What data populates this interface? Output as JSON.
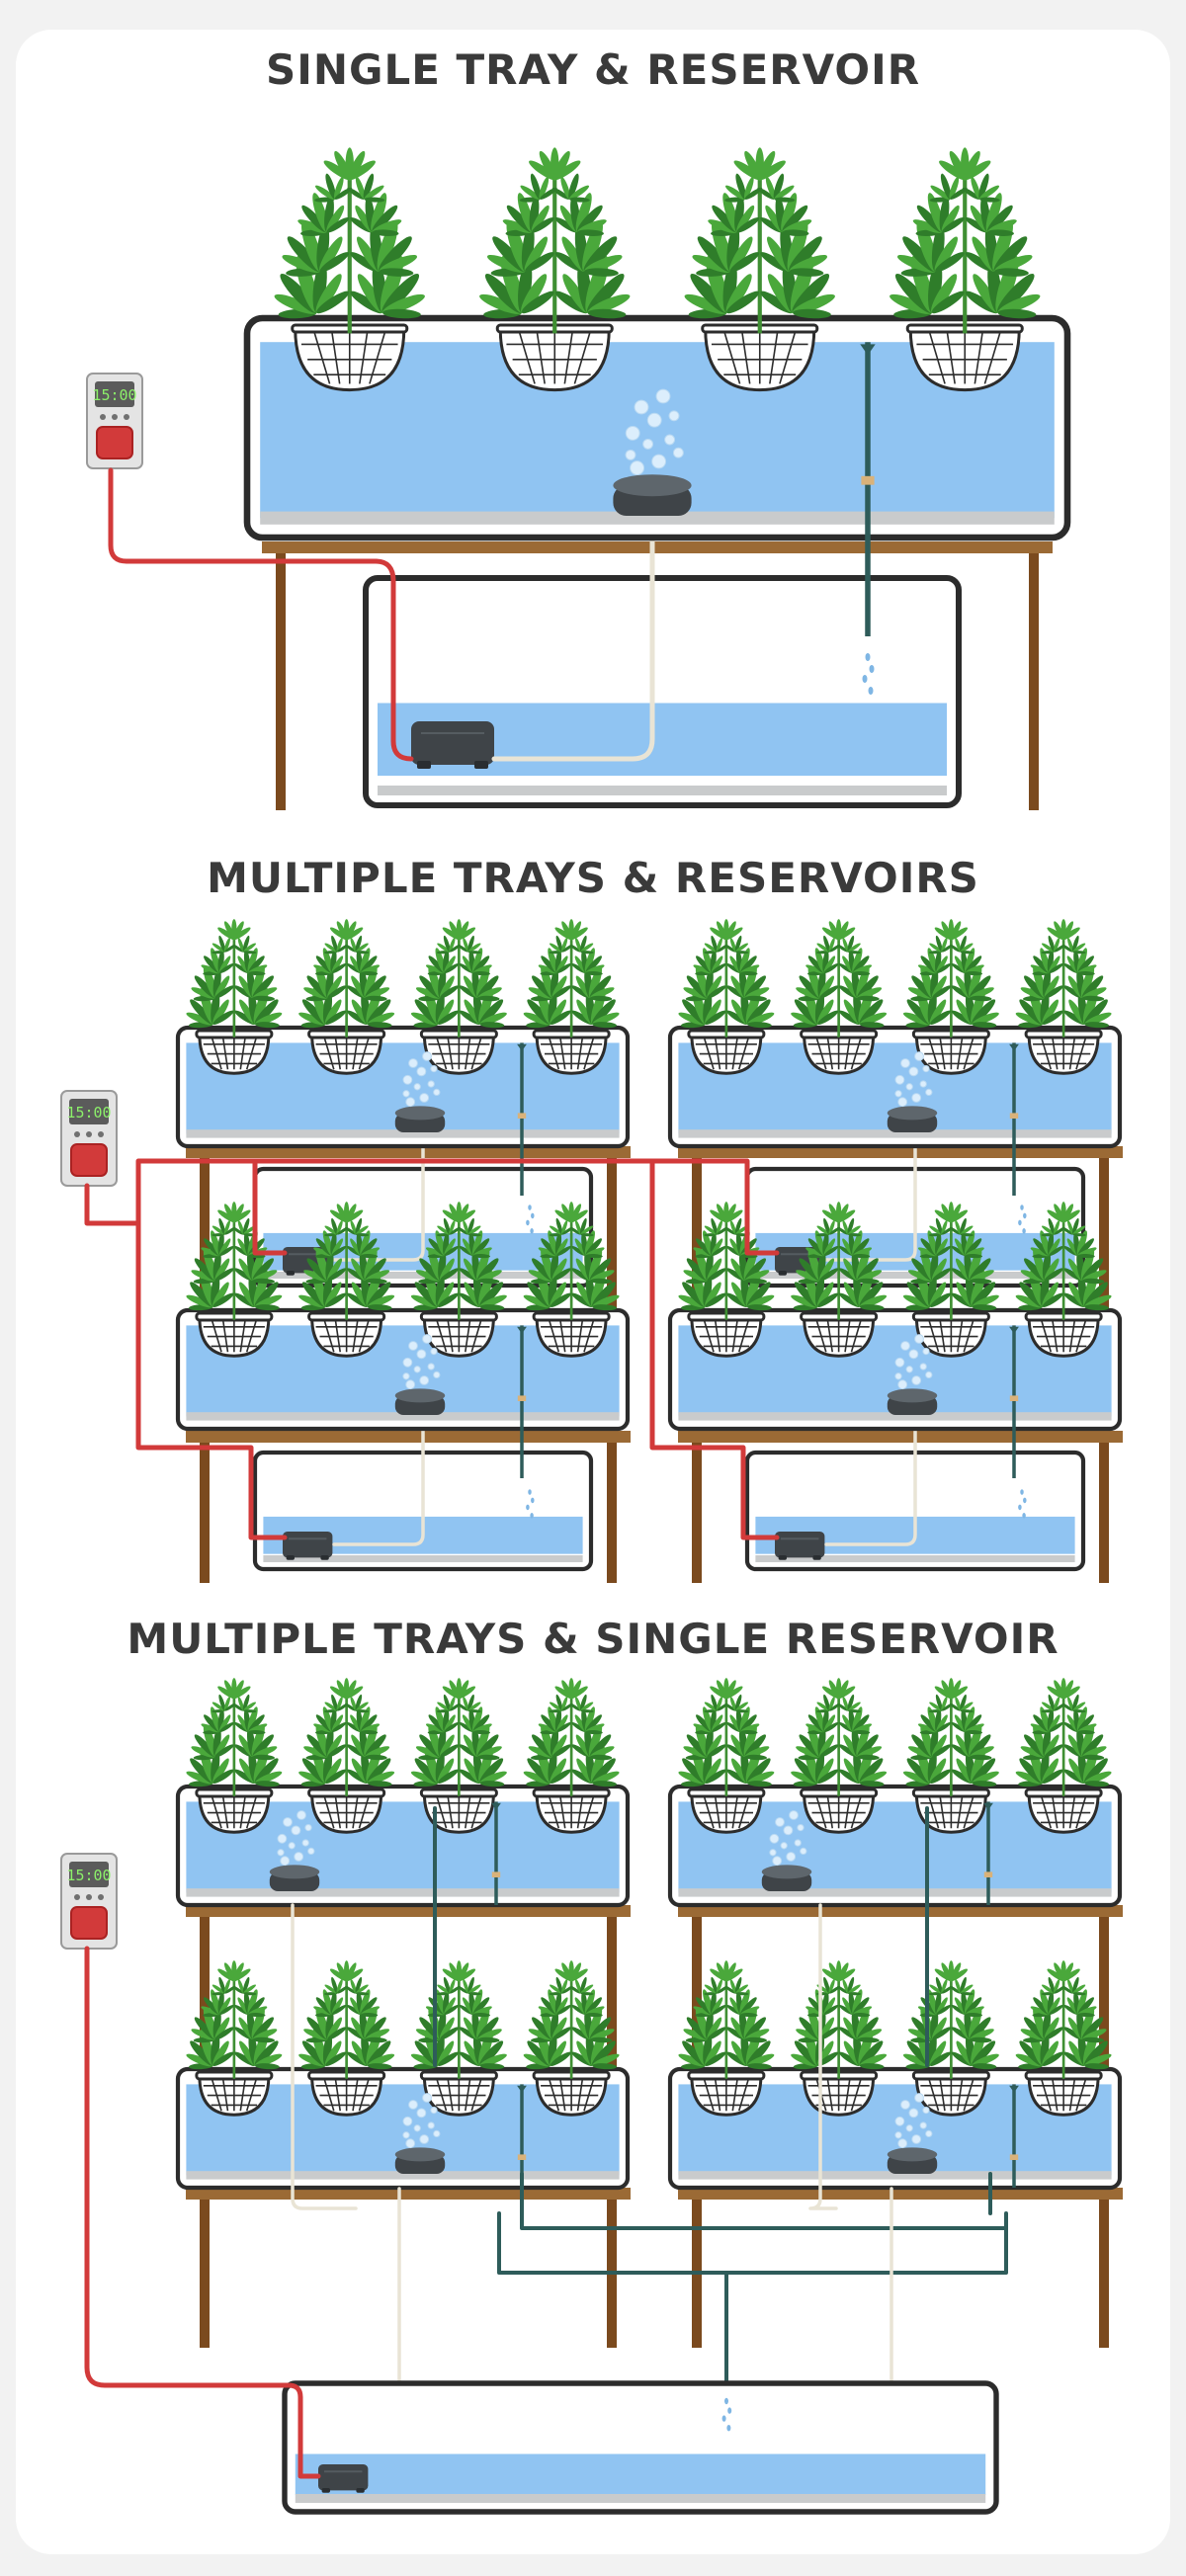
{
  "sections": [
    {
      "title": "SINGLE TRAY & RESERVOIR"
    },
    {
      "title": "MULTIPLE TRAYS & RESERVOIRS"
    },
    {
      "title": "MULTIPLE TRAYS & SINGLE RESERVOIR"
    }
  ],
  "timer": {
    "display": "15:00"
  },
  "colors": {
    "water": "#90c4f2",
    "water_bottom": "#c9cbcc",
    "outline": "#2c2c2c",
    "wood": "#7b4a1e",
    "cord": "#d23a3a",
    "air_tube": "#e9e4d5",
    "drain_tube": "#2e5c5a",
    "pump": "#3f4448",
    "leaf": "#4aa83b",
    "leaf_dark": "#2f7d2a"
  }
}
